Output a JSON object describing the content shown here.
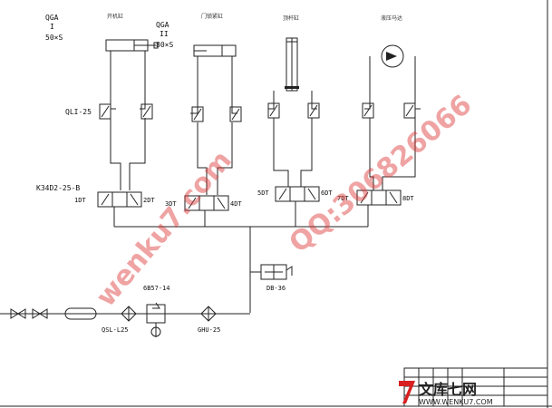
{
  "cylinders": [
    {
      "label": "QGA",
      "sub": "I",
      "bore": "50×S"
    },
    {
      "label": "QGA",
      "sub": "II",
      "bore": "80×S"
    }
  ],
  "actuator_titles": [
    "开机缸",
    "门锁紧缸",
    "顶杆缸",
    "液压马达"
  ],
  "valve_model": "K34D2-25-B",
  "check_valve": "QLI-25",
  "solenoids": [
    "1DT",
    "2DT",
    "3DT",
    "4DT",
    "5DT",
    "6DT",
    "7DT",
    "8DT"
  ],
  "relief_valve": "6B57-14",
  "filter_suction": "QSL-L25",
  "filter_pressure": "GHU-25",
  "pressure_gauge": "DB-36",
  "watermark_text": "wenku7.com",
  "watermark_qq": "QQ:306826066",
  "logo": {
    "brand": "文库七网",
    "url": "WWW.WENKU7.COM"
  }
}
